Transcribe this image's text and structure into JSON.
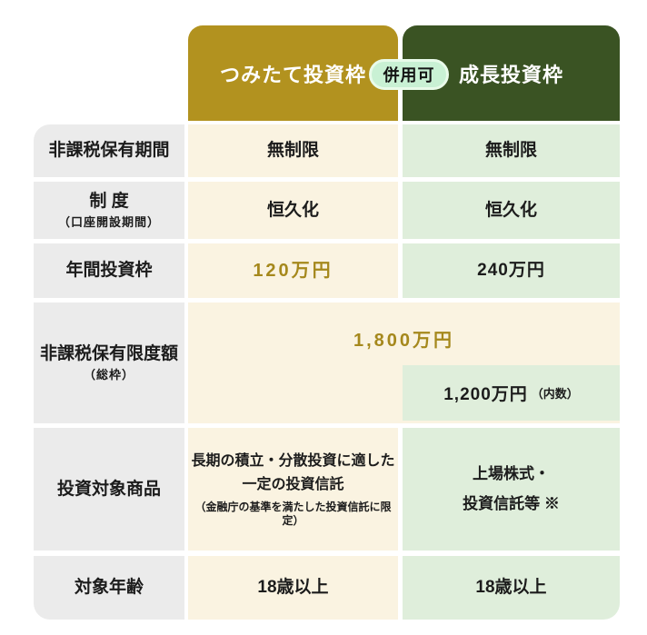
{
  "colors": {
    "header_tsumitate_bg": "#b2921f",
    "header_growth_bg": "#3a5323",
    "badge_bg": "#c9f1d4",
    "badge_border": "#e9fbea",
    "label_column_bg": "#ebebeb",
    "tsumitate_column_bg": "#faf3e1",
    "growth_column_bg": "#dfeedb",
    "gold_amount_text": "#a5881c",
    "header_text": "#ffffff",
    "body_text": "#1c1c1c"
  },
  "header": {
    "tsumitate": "つみたて投資枠",
    "growth": "成長投資枠",
    "badge": "併用可"
  },
  "rows": {
    "holding_period": {
      "label": "非課税保有期間",
      "tsumitate": "無制限",
      "growth": "無制限"
    },
    "system": {
      "label": "制 度",
      "label_note": "（口座開設期間）",
      "tsumitate": "恒久化",
      "growth": "恒久化"
    },
    "annual_limit": {
      "label": "年間投資枠",
      "tsumitate": "120万円",
      "growth": "240万円"
    },
    "lifetime_limit": {
      "label": "非課税保有限度額",
      "label_note": "（総枠）",
      "total": "1,800万円",
      "growth_amount": "1,200万円",
      "growth_note": "（内数）"
    },
    "products": {
      "label": "投資対象商品",
      "tsumitate_line1": "長期の積立・分散投資に適した",
      "tsumitate_line2": "一定の投資信託",
      "tsumitate_note": "（金融庁の基準を満たした投資信託に限定）",
      "growth_line1": "上場株式・",
      "growth_line2": "投資信託等 ※"
    },
    "age": {
      "label": "対象年齢",
      "tsumitate": "18歳以上",
      "growth": "18歳以上"
    }
  }
}
